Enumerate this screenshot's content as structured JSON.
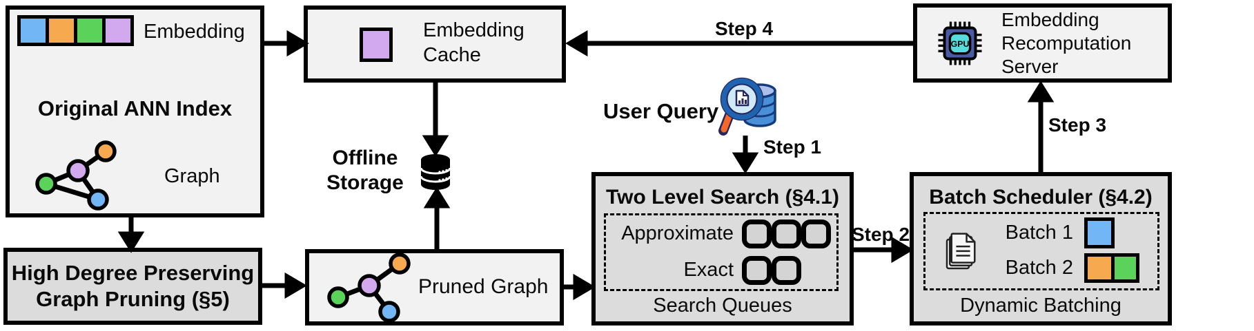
{
  "colors": {
    "blue": "#72b6f5",
    "orange": "#f6a94e",
    "green": "#5bd35b",
    "purple": "#d2a8ee",
    "box_light": "#f2f2f2",
    "box_dark": "#dcdcdc",
    "slot_fill": "#d4d4d4",
    "chip_body": "#4a5aa5",
    "chip_core": "#56dcdc",
    "db_body": "#4a90d9",
    "db_top": "#aebfec",
    "magnifier_rim": "#1f64b0",
    "magnifier_lens": "#cfe9f6",
    "handle_orange": "#f4692a"
  },
  "boxes": {
    "original_index": {
      "title": "Original ANN Index",
      "embedding_label": "Embedding",
      "graph_label": "Graph"
    },
    "embedding_cache": {
      "label": "Embedding\nCache"
    },
    "recomputation_server": {
      "label": "Embedding\nRecomputation\nServer",
      "chip_text": "GPU"
    },
    "graph_pruning": {
      "title": "High Degree Preserving\nGraph Pruning (§5)"
    },
    "pruned_graph": {
      "label": "Pruned Graph"
    },
    "two_level_search": {
      "title": "Two Level Search (§4.1)",
      "row1_label": "Approximate",
      "row1_slots": 3,
      "row2_label": "Exact",
      "row2_slots": 2,
      "caption": "Search Queues"
    },
    "batch_scheduler": {
      "title": "Batch Scheduler (§4.2)",
      "batch1_label": "Batch 1",
      "batch2_label": "Batch 2",
      "caption": "Dynamic Batching"
    }
  },
  "floating": {
    "offline_storage": "Offline\nStorage",
    "user_query": "User Query"
  },
  "steps": {
    "step1": "Step 1",
    "step2": "Step 2",
    "step3": "Step 3",
    "step4": "Step 4"
  }
}
